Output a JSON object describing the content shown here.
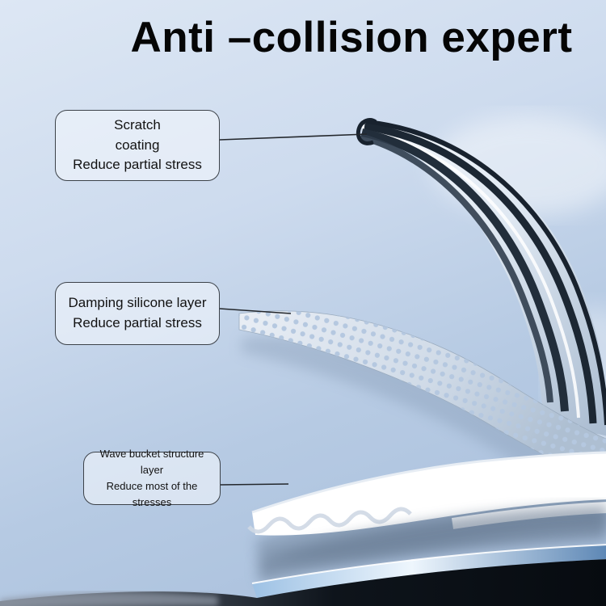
{
  "title": "Anti –collision expert",
  "callouts": {
    "scratch": {
      "line1": "Scratch",
      "line2": "coating",
      "line3": "Reduce partial stress"
    },
    "damping": {
      "line1": "Damping silicone layer",
      "line2": "Reduce partial stress"
    },
    "wave": {
      "line1": "Wave bucket structure layer",
      "line2": "Reduce most of the stresses"
    }
  },
  "product": {
    "layers": [
      "scratch-coating-layer",
      "damping-silicone-mesh-layer",
      "wave-bucket-structure-layer",
      "phone-frame-and-body"
    ]
  },
  "colors": {
    "background_top": "#dde7f4",
    "background_bottom": "#a7bedb",
    "coating_stripe_dark": "#18222e",
    "frame_blue": "#6f9cc9",
    "wave_layer_white": "#ffffff",
    "phone_body_dark": "#0c1117"
  }
}
